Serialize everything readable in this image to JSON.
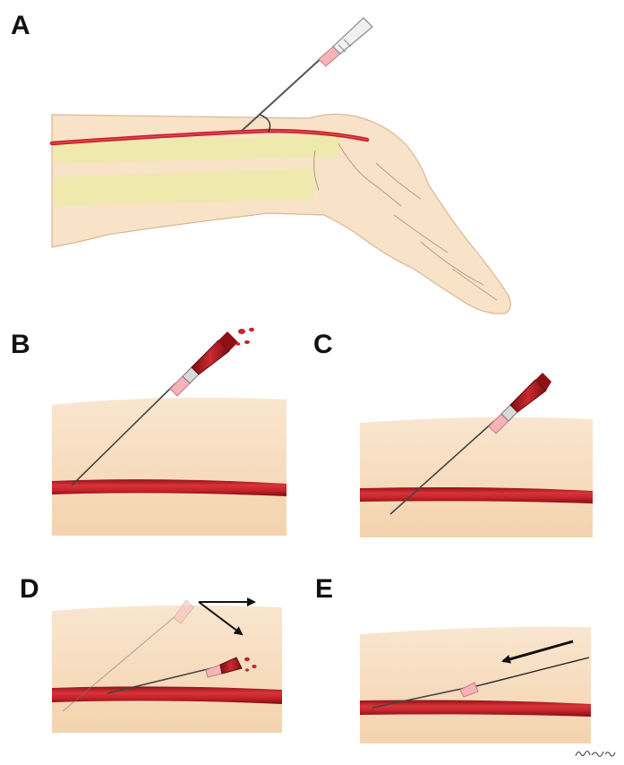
{
  "panels": {
    "a": {
      "label": "A"
    },
    "b": {
      "label": "B"
    },
    "c": {
      "label": "C"
    },
    "d": {
      "label": "D"
    },
    "e": {
      "label": "E"
    }
  },
  "colors": {
    "skin": "#f7e0c4",
    "skin_deep": "#f2cfa6",
    "artery": "#c6232a",
    "artery_dark": "#8e1016",
    "tendon": "#ece9a8",
    "needle_hub": "#f6b3b8",
    "syringe_red": "#a5171d",
    "arrow": "#111111"
  },
  "icons": {
    "needle": "needle-icon",
    "blood_drop": "blood-drop-icon",
    "direction_arrow": "arrow-icon"
  },
  "signature": "Paige Fowler"
}
